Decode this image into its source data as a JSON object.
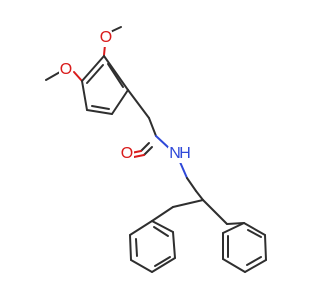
{
  "molecule": {
    "atom_labels": {
      "o_top": "O",
      "o_left": "O",
      "o_carbonyl": "O",
      "nh": "N",
      "h": "H"
    },
    "colors": {
      "bond": "#2f2f2f",
      "oxygen": "#d91c1c",
      "nitrogen": "#2f49d8",
      "background": "#ffffff"
    }
  }
}
